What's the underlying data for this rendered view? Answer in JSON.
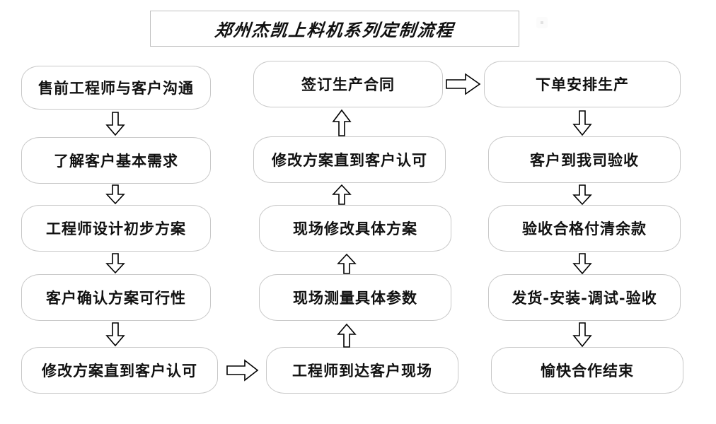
{
  "title": {
    "text": "郑州杰凯上料机系列定制流程"
  },
  "columns": {
    "left": {
      "name": "pre-sales-column",
      "nodes": [
        {
          "id": "l1",
          "label": "售前工程师与客户沟通"
        },
        {
          "id": "l2",
          "label": "了解客户基本需求"
        },
        {
          "id": "l3",
          "label": "工程师设计初步方案"
        },
        {
          "id": "l4",
          "label": "客户确认方案可行性"
        },
        {
          "id": "l5",
          "label": "修改方案直到客户认可"
        }
      ]
    },
    "middle": {
      "name": "on-site-column",
      "nodes": [
        {
          "id": "m1",
          "label": "签订生产合同"
        },
        {
          "id": "m2",
          "label": "修改方案直到客户认可"
        },
        {
          "id": "m3",
          "label": "现场修改具体方案"
        },
        {
          "id": "m4",
          "label": "现场测量具体参数"
        },
        {
          "id": "m5",
          "label": "工程师到达客户现场"
        }
      ]
    },
    "right": {
      "name": "production-column",
      "nodes": [
        {
          "id": "r1",
          "label": "下单安排生产"
        },
        {
          "id": "r2",
          "label": "客户到我司验收"
        },
        {
          "id": "r3",
          "label": "验收合格付清余款"
        },
        {
          "id": "r4",
          "label": "发货-安装-调试-验收"
        },
        {
          "id": "r5",
          "label": "愉快合作结束"
        }
      ]
    }
  },
  "connectors": [
    {
      "id": "c-l1-l2",
      "direction": "down",
      "from": "l1",
      "to": "l2"
    },
    {
      "id": "c-l2-l3",
      "direction": "down",
      "from": "l2",
      "to": "l3"
    },
    {
      "id": "c-l3-l4",
      "direction": "down",
      "from": "l3",
      "to": "l4"
    },
    {
      "id": "c-l4-l5",
      "direction": "down",
      "from": "l4",
      "to": "l5"
    },
    {
      "id": "c-l5-m5",
      "direction": "right",
      "from": "l5",
      "to": "m5"
    },
    {
      "id": "c-m5-m4",
      "direction": "up",
      "from": "m5",
      "to": "m4"
    },
    {
      "id": "c-m4-m3",
      "direction": "up",
      "from": "m4",
      "to": "m3"
    },
    {
      "id": "c-m3-m2",
      "direction": "up",
      "from": "m3",
      "to": "m2"
    },
    {
      "id": "c-m2-m1",
      "direction": "up",
      "from": "m2",
      "to": "m1"
    },
    {
      "id": "c-m1-r1",
      "direction": "right",
      "from": "m1",
      "to": "r1"
    },
    {
      "id": "c-r1-r2",
      "direction": "down",
      "from": "r1",
      "to": "r2"
    },
    {
      "id": "c-r2-r3",
      "direction": "down",
      "from": "r2",
      "to": "r3"
    },
    {
      "id": "c-r3-r4",
      "direction": "down",
      "from": "r3",
      "to": "r4"
    },
    {
      "id": "c-r4-r5",
      "direction": "down",
      "from": "r4",
      "to": "r5"
    }
  ],
  "colors": {
    "box_border": "#c8c8c8",
    "title_border": "#bfbfbf",
    "text": "#111111",
    "arrow_stroke": "#000000",
    "background": "#ffffff"
  }
}
